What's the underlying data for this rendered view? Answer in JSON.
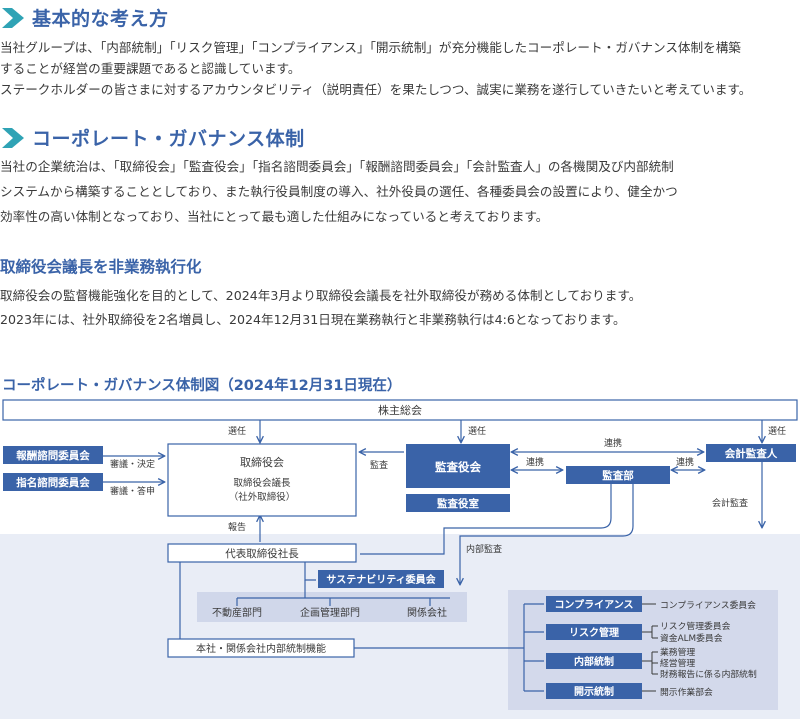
{
  "sections": {
    "basic": {
      "title": "基本的な考え方",
      "lines": [
        "当社グループは、「内部統制」「リスク管理」「コンプライアンス」「開示統制」が充分機能したコーポレート・ガバナンス体制を構築",
        "することが経営の重要課題であると認識しています。",
        "ステークホルダーの皆さまに対するアカウンタビリティ（説明責任）を果たしつつ、誠実に業務を遂行していきたいと考えています。"
      ]
    },
    "governance": {
      "title": "コーポレート・ガバナンス体制",
      "lines": [
        "当社の企業統治は、「取締役会」「監査役会」「指名諮問委員会」「報酬諮問委員会」「会計監査人」の各機関及び内部統制",
        "システムから構築することとしており、また執行役員制度の導入、社外役員の選任、各種委員会の設置により、健全かつ",
        "効率性の高い体制となっており、当社にとって最も適した仕組みになっていると考えております。"
      ]
    },
    "chair": {
      "title": "取締役会議長を非業務執行化",
      "lines": [
        "取締役会の監督機能強化を目的として、2024年3月より取締役会議長を社外取締役が務める体制としております。",
        "2023年には、社外取締役を2名増員し、2024年12月31日現在業務執行と非業務執行は4:6となっております。"
      ]
    }
  },
  "diagram": {
    "title": "コーポレート・ガバナンス体制図（2024年12月31日現在）",
    "shareholders": "株主総会",
    "board": "取締役会",
    "board_chair": "取締役会議長",
    "board_chair_note": "（社外取締役）",
    "audit_board": "監査役会",
    "audit_office": "監査役室",
    "audit_dept": "監査部",
    "accounting_auditor": "会計監査人",
    "remuneration_committee": "報酬諮問委員会",
    "nomination_committee": "指名諮問委員会",
    "deliberation_decision": "審議・決定",
    "deliberation_report": "審議・答申",
    "president": "代表取締役社長",
    "sustainability_committee": "サステナビリティ委員会",
    "departments": [
      "不動産部門",
      "企画管理部門",
      "関係会社"
    ],
    "internal_control_function": "本社・関係会社内部統制機能",
    "labels": {
      "elect_board": "選任",
      "elect_audit": "選任",
      "elect_accounting": "選任",
      "audit": "監査",
      "cooperation_top": "連携",
      "cooperation_mid1": "連携",
      "cooperation_mid2": "連携",
      "report": "報告",
      "internal_audit": "内部監査",
      "accounting_audit": "会計監査"
    },
    "controls": [
      {
        "name": "コンプライアンス",
        "details": [
          "コンプライアンス委員会"
        ]
      },
      {
        "name": "リスク管理",
        "details": [
          "リスク管理委員会",
          "資金ALM委員会"
        ]
      },
      {
        "name": "内部統制",
        "details": [
          "業務管理",
          "経営管理",
          "財務報告に係る内部統制"
        ]
      },
      {
        "name": "開示統制",
        "details": [
          "開示作業部会"
        ]
      }
    ]
  }
}
